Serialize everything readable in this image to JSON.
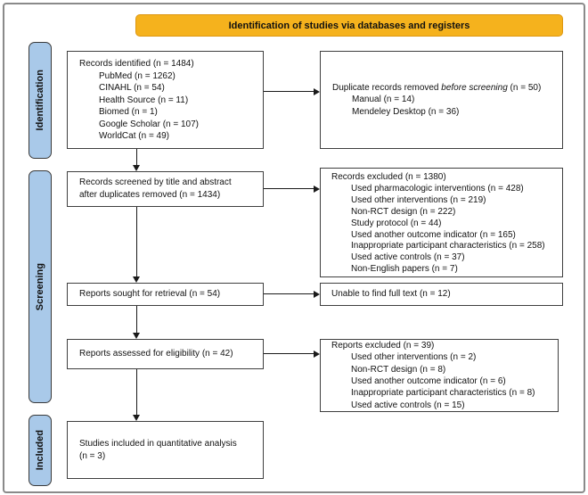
{
  "banner": {
    "label": "Identification of studies via databases and registers"
  },
  "stages": {
    "identification": {
      "label": "Identification"
    },
    "screening": {
      "label": "Screening"
    },
    "included": {
      "label": "Included"
    }
  },
  "boxes": {
    "records_identified": {
      "title": "Records identified (n = 1484)",
      "items": [
        "PubMed (n = 1262)",
        "CINAHL (n = 54)",
        "Health Source (n = 11)",
        "Biomed (n = 1)",
        "Google Scholar (n = 107)",
        "WorldCat (n = 49)"
      ]
    },
    "duplicates_removed": {
      "title_prefix": "Duplicate records removed ",
      "title_italic": "before screening",
      "title_suffix": " (n = 50)",
      "items": [
        "Manual (n = 14)",
        "Mendeley Desktop (n = 36)"
      ]
    },
    "records_screened": {
      "line1": "Records screened by title and abstract",
      "line2": "after duplicates removed (n = 1434)"
    },
    "records_excluded": {
      "title": "Records excluded (n = 1380)",
      "items": [
        "Used pharmacologic interventions (n = 428)",
        "Used other interventions (n = 219)",
        "Non-RCT design (n = 222)",
        "Study protocol (n = 44)",
        "Used another outcome indicator (n = 165)",
        "Inappropriate participant characteristics (n = 258)",
        "Used active controls (n = 37)",
        "Non-English papers (n = 7)"
      ]
    },
    "reports_sought": {
      "title": "Reports sought for retrieval (n = 54)"
    },
    "unable_full_text": {
      "title": "Unable to find full text (n = 12)"
    },
    "reports_assessed": {
      "title": "Reports assessed for eligibility (n = 42)"
    },
    "reports_excluded": {
      "title": "Reports excluded (n = 39)",
      "items": [
        "Used other interventions (n = 2)",
        "Non-RCT design (n = 8)",
        "Used another outcome indicator (n = 6)",
        "Inappropriate participant characteristics (n = 8)",
        "Used active controls (n = 15)"
      ]
    },
    "studies_included": {
      "line1": "Studies included in quantitative analysis",
      "line2": "(n = 3)"
    }
  },
  "colors": {
    "banner_fill": "#f5b21d",
    "banner_border": "#dd9712",
    "stage_fill": "#a9c9e9",
    "box_border": "#3f3f3f",
    "arrow": "#1a1a1a",
    "outer_border": "#8a8a8a"
  }
}
